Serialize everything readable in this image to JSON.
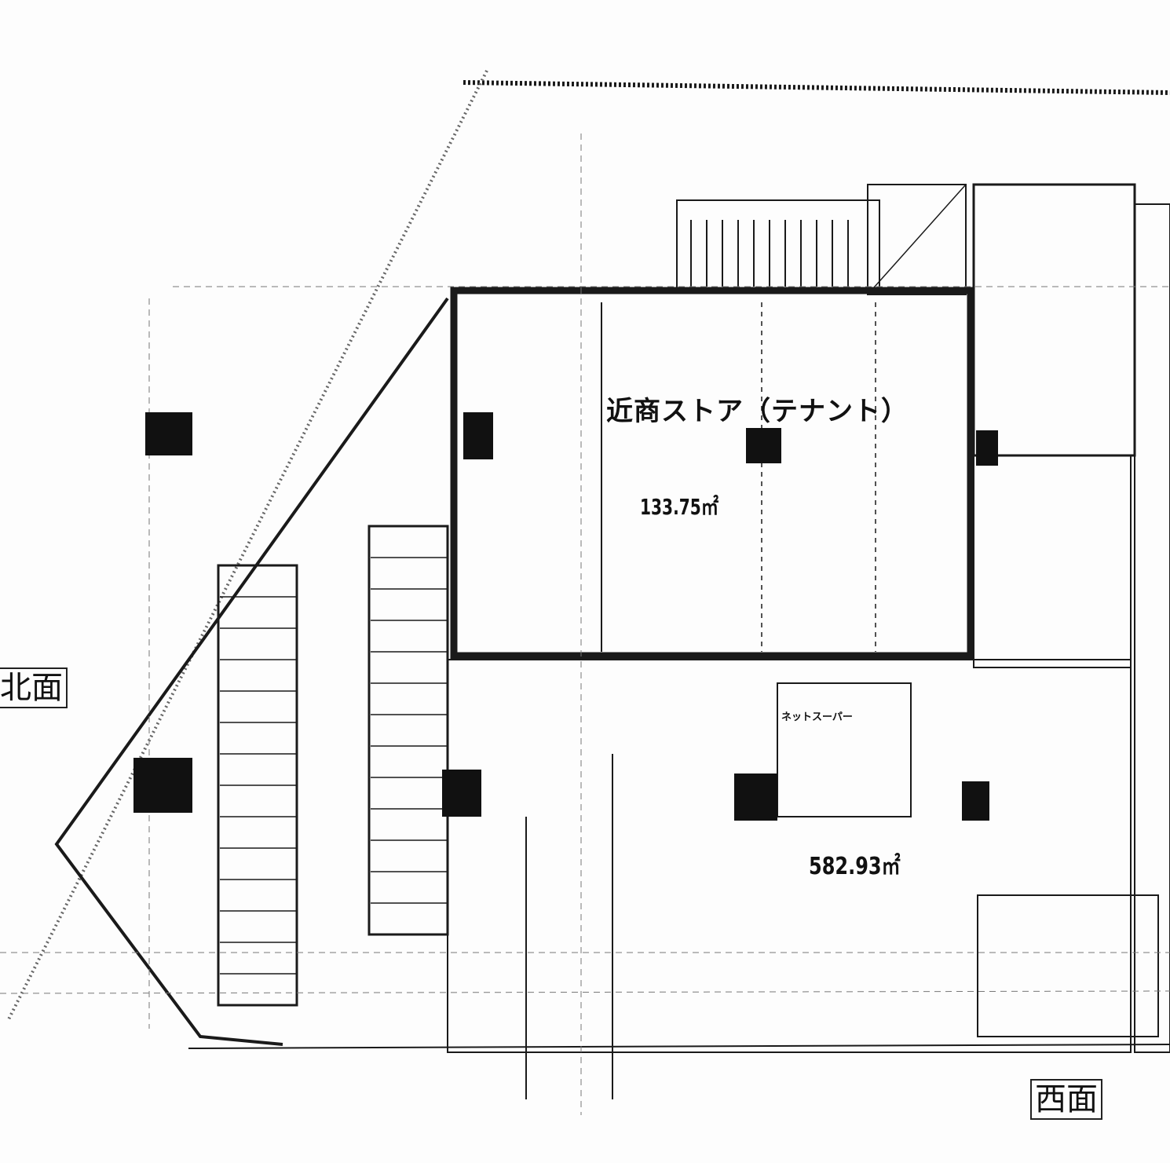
{
  "plan": {
    "tenant_name": "近商ストア（テナント）",
    "tenant_area": "133.75㎡",
    "main_area": "582.93㎡",
    "net_super_label": "ネットスーパー",
    "north_label": "北面",
    "west_label": "西面"
  },
  "colors": {
    "line": "#1a1a1a",
    "paper": "#fdfdfd",
    "dash": "#777777"
  }
}
